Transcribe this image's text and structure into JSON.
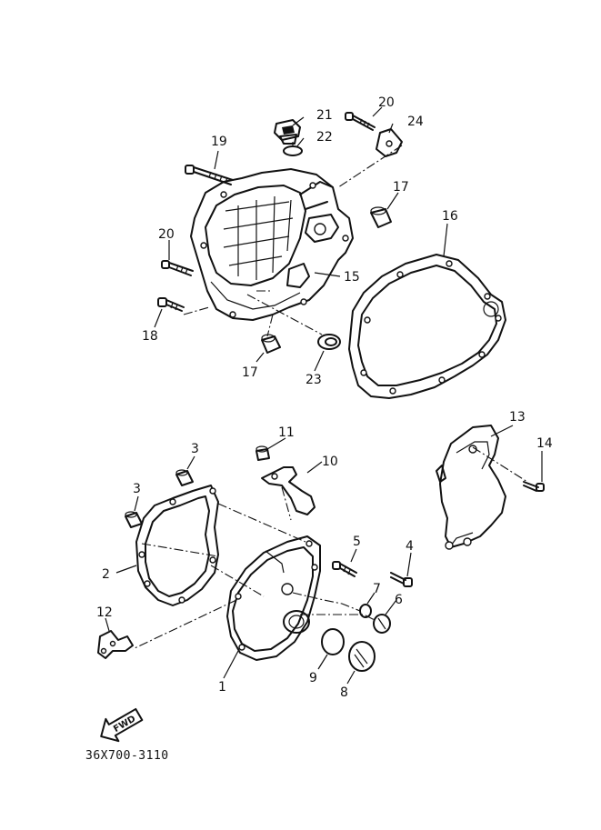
{
  "diagram": {
    "callouts": {
      "c1": "1",
      "c2": "2",
      "c3a": "3",
      "c3b": "3",
      "c4": "4",
      "c5": "5",
      "c6": "6",
      "c7": "7",
      "c8": "8",
      "c9": "9",
      "c10": "10",
      "c11": "11",
      "c12": "12",
      "c13": "13",
      "c14": "14",
      "c15": "15",
      "c16": "16",
      "c17a": "17",
      "c17b": "17",
      "c18": "18",
      "c19": "19",
      "c20a": "20",
      "c20b": "20",
      "c21": "21",
      "c22": "22",
      "c23": "23",
      "c24": "24"
    },
    "fwd_label": "FWD",
    "caption": "36X700-3110"
  }
}
